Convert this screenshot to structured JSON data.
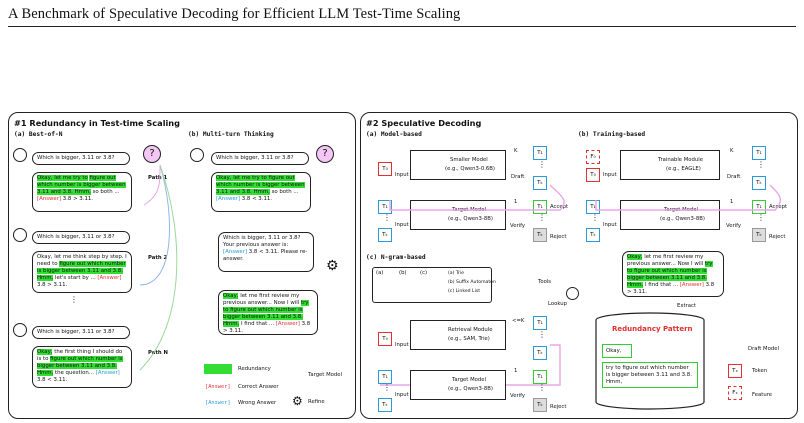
{
  "header": {
    "title": "A Benchmark of Speculative Decoding for Efficient LLM Test-Time Scaling"
  },
  "left": {
    "title": "#1 Redundancy in Test-time Scaling",
    "a": {
      "title": "(a) Best-of-N",
      "q1": "Which is bigger, 3.11 or 3.8?",
      "r1a": "Okay, let me try to",
      "r1b": "figure out which number is bigger between 3.11 and 3.8. Hmm,",
      "r1c": "so both ...",
      "r1ans": "[Answer]",
      "r1d": "3.8 > 3.11.",
      "path1": "Path 1",
      "q2": "Which is bigger, 3.11 or 3.8?",
      "r2a": "Okay, let me think step by step. I need to",
      "r2b": "figure out which number is bigger between 3.11 and 3.8. Hmm,",
      "r2c": "let's start by ...",
      "r2ans": "[Answer]",
      "r2d": "3.8 > 3.11.",
      "path2": "Path 2",
      "q3": "Which is bigger, 3.11 or 3.8?",
      "r3a": "Okay,",
      "r3b": "the first thing I should do is to",
      "r3c": "figure out which number is bigger between 3.11 and 3.8. Hmm,",
      "r3d": "the question...",
      "r3ans": "[Answer]",
      "r3e": "3.8 < 3.11.",
      "pathN": "Path N",
      "dots": "⋮"
    },
    "b": {
      "title": "(b) Multi-turn Thinking",
      "q1": "Which is bigger, 3.11 or 3.8?",
      "r1a": "Okay, let me try to figure out which number is bigger between 3.11 and 3.8. Hmm,",
      "r1b": "so both ...",
      "r1ans": "[Answer]",
      "r1c": "3.8 < 3.11.",
      "q2a": "Which is bigger, 3.11 or 3.8? Your previous answer is:",
      "q2ans": "[Answer]",
      "q2b": "3.8 < 3.11. Please re-answer.",
      "r2a": "Okay,",
      "r2b": "let me first review my previous answer... Now I will",
      "r2c": "try to figure out which number is bigger between 3.11 and 3.8. Hmm,",
      "r2d": "I find that ...",
      "r2ans": "[Answer]",
      "r2e": "3.8 > 3.11."
    },
    "legend": {
      "redundancy": "Redundancy",
      "correct_tag": "[Answer]",
      "correct": "Correct Answer",
      "wrong_tag": "[Answer]",
      "wrong": "Wrong Answer",
      "target": "Target Model",
      "refine": "Refine"
    }
  },
  "right": {
    "title": "#2 Speculative Decoding",
    "a": {
      "title": "(a) Model-based",
      "t0": "T₀",
      "input": "Input",
      "small": "Smaller Model",
      "small_sub": "(e.g., Qwen3-0.6B)",
      "draft": "Draft",
      "k": "K",
      "t1": "T₁",
      "tk": "Tₖ",
      "target": "Target Model",
      "target_sub": "(e.g., Qwen3-8B)",
      "verify": "Verify",
      "accept": "Accept",
      "reject": "Reject",
      "one": "1"
    },
    "b": {
      "title": "(b) Training-based",
      "f0": "F₀",
      "t0": "T₀",
      "input": "Input",
      "train": "Trainable Module",
      "train_sub": "(e.g., EAGLE)",
      "draft": "Draft",
      "k": "K",
      "t1": "T₁",
      "tk": "Tₖ",
      "target": "Target Model",
      "target_sub": "(e.g., Qwen3-8B)",
      "verify": "Verify",
      "accept": "Accept",
      "reject": "Reject",
      "one": "1"
    },
    "c": {
      "title": "(c) N-gram-based",
      "ta": "(a) Trie",
      "tb": "(b) Suffix Automaton",
      "tc": "(c) Linked List",
      "tla": "(a)",
      "tlb": "(b)",
      "tlc": "(c)",
      "tools": "Tools",
      "lookup": "Lookup",
      "extract": "Extract",
      "t0": "T₀",
      "input": "Input",
      "retr": "Retrieval Module",
      "retr_sub": "(e.g., SAM, Trie)",
      "k": "<=K",
      "t1": "T₁",
      "tk": "Tₖ",
      "target": "Target Model",
      "target_sub": "(e.g., Qwen3-8B)",
      "verify": "Verify",
      "reject": "Reject",
      "one": "1",
      "bubble_a": "Okay,",
      "bubble_b": "let me first review my previous answer... Now I will",
      "bubble_c": "try to figure out which number is bigger between 3.11 and 3.8. Hmm,",
      "bubble_d": "I find that ...",
      "bubble_ans": "[Answer]",
      "bubble_e": "3.8 > 3.11.",
      "pattern": "Redundancy Pattern",
      "pat1": "Okay,",
      "pat2": "try to figure out which number is bigger between 3.11 and 3.8. Hmm,"
    },
    "legend": {
      "draft": "Draft Model",
      "tx": "Tₓ",
      "token": "Token",
      "fx": "Fₓ",
      "feature": "Feature"
    }
  },
  "colors": {
    "highlight": "#33dd33",
    "red": "#e03030",
    "blue": "#2a9ad8",
    "pink": "#e8a6e8",
    "green": "#33cc33"
  }
}
